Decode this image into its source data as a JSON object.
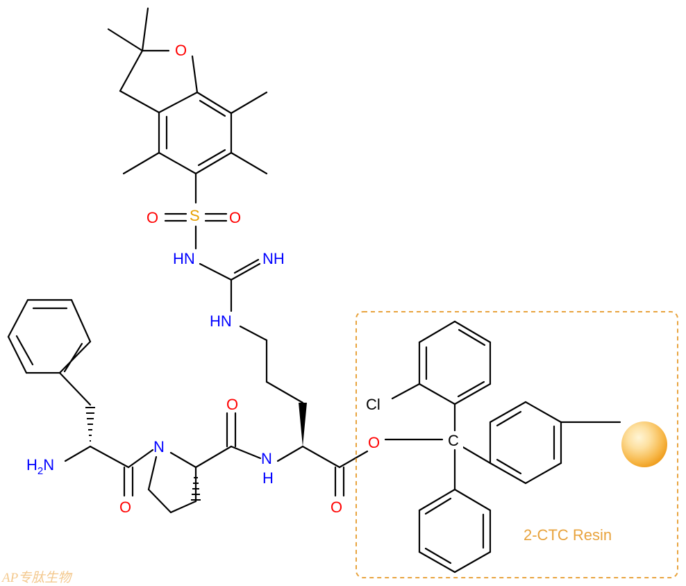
{
  "atoms": {
    "pbf_ring_oxygen": "O",
    "sulfonyl_sulfur": "S",
    "sulfonyl_oxygen_left": "O",
    "sulfonyl_oxygen_right": "O",
    "guanidine_nh_sulfonyl": "HN",
    "guanidine_imine": "NH",
    "guanidine_nh_chain": "HN",
    "amine_h": "H",
    "amine_sub": "2",
    "amine_n": "N",
    "phe_carbonyl_oxygen": "O",
    "pro_nitrogen": "N",
    "pro_carbonyl_oxygen": "O",
    "amide_n": "N",
    "amide_h": "H",
    "arg_carbonyl_oxygen": "O",
    "ester_oxygen": "O",
    "chlorine": "Cl",
    "trityl_carbon": "C"
  },
  "resin": {
    "label": "2-CTC Resin"
  },
  "watermark": {
    "text": "AP专肽生物"
  },
  "colors": {
    "bond": "#000000",
    "oxygen": "#ff0000",
    "nitrogen": "#0000ff",
    "sulfur": "#e6a000",
    "resin_accent": "#e8a33d",
    "bead_light": "#fde7b0",
    "bead_dark": "#f0a21e",
    "watermark": "#f3c88d"
  }
}
